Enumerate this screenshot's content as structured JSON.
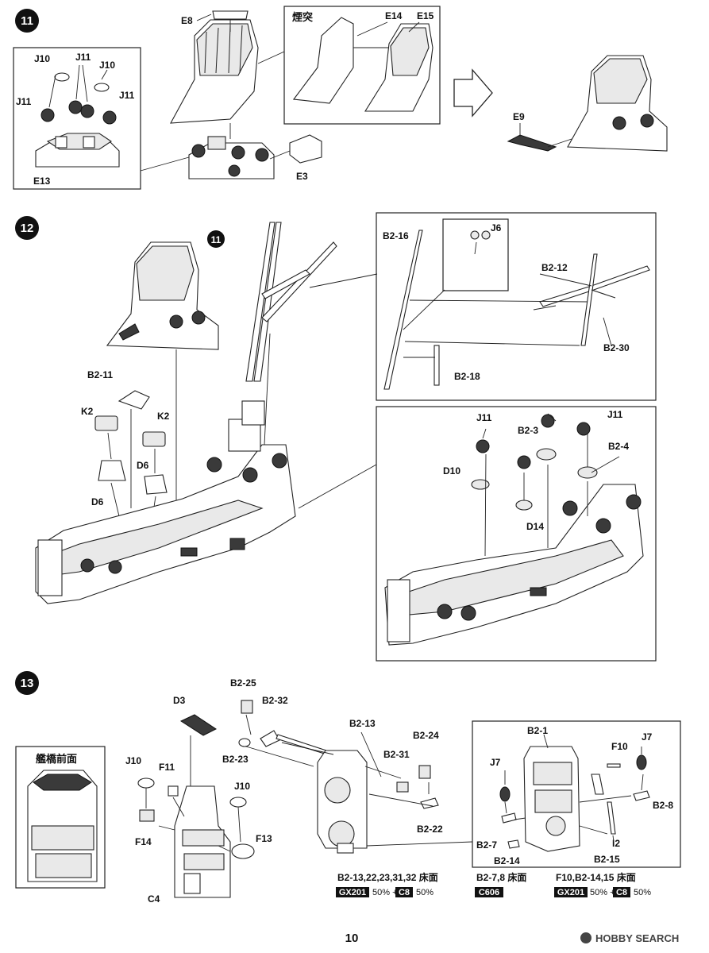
{
  "steps": {
    "s11": {
      "number": "11",
      "funnel_label": "煙突",
      "parts": {
        "E8": "E8",
        "E14": "E14",
        "E15": "E15",
        "E9": "E9",
        "E3": "E3",
        "E13": "E13",
        "J10a": "J10",
        "J10b": "J10",
        "J11a": "J11",
        "J11b": "J11",
        "J11c": "J11"
      }
    },
    "s12": {
      "number": "12",
      "ref_number": "11",
      "parts": {
        "B2_16": "B2-16",
        "J6": "J6",
        "B2_12": "B2-12",
        "B2_30": "B2-30",
        "B2_18": "B2-18",
        "B2_11": "B2-11",
        "K2a": "K2",
        "K2b": "K2",
        "D6a": "D6",
        "D6b": "D6",
        "J11a": "J11",
        "J11b": "J11",
        "B2_3": "B2-3",
        "B2_4": "B2-4",
        "D10": "D10",
        "D14": "D14"
      }
    },
    "s13": {
      "number": "13",
      "bridge_front_label": "艦橋前面",
      "parts": {
        "B2_25": "B2-25",
        "B2_32": "B2-32",
        "B2_13": "B2-13",
        "B2_24": "B2-24",
        "D3": "D3",
        "B2_23": "B2-23",
        "B2_31": "B2-31",
        "J10a": "J10",
        "F11": "F11",
        "J10b": "J10",
        "F14": "F14",
        "F13": "F13",
        "C4": "C4",
        "B2_22": "B2-22",
        "B2_1": "B2-1",
        "F10": "F10",
        "J7a": "J7",
        "J7b": "J7",
        "B2_8": "B2-8",
        "B2_7": "B2-7",
        "I2": "I2",
        "B2_14": "B2-14",
        "B2_15": "B2-15"
      },
      "notes": {
        "deck1_title": "B2-13,22,23,31,32 床面",
        "deck1_code1": "GX201",
        "deck1_pct1": "50% +",
        "deck1_code2": "C8",
        "deck1_pct2": "50%",
        "deck2_title": "B2-7,8 床面",
        "deck2_code": "C606",
        "deck3_title": "F10,B2-14,15 床面",
        "deck3_code1": "GX201",
        "deck3_pct1": "50% +",
        "deck3_code2": "C8",
        "deck3_pct2": "50%"
      }
    }
  },
  "footer": {
    "page_number": "10",
    "watermark": "HOBBY SEARCH"
  }
}
